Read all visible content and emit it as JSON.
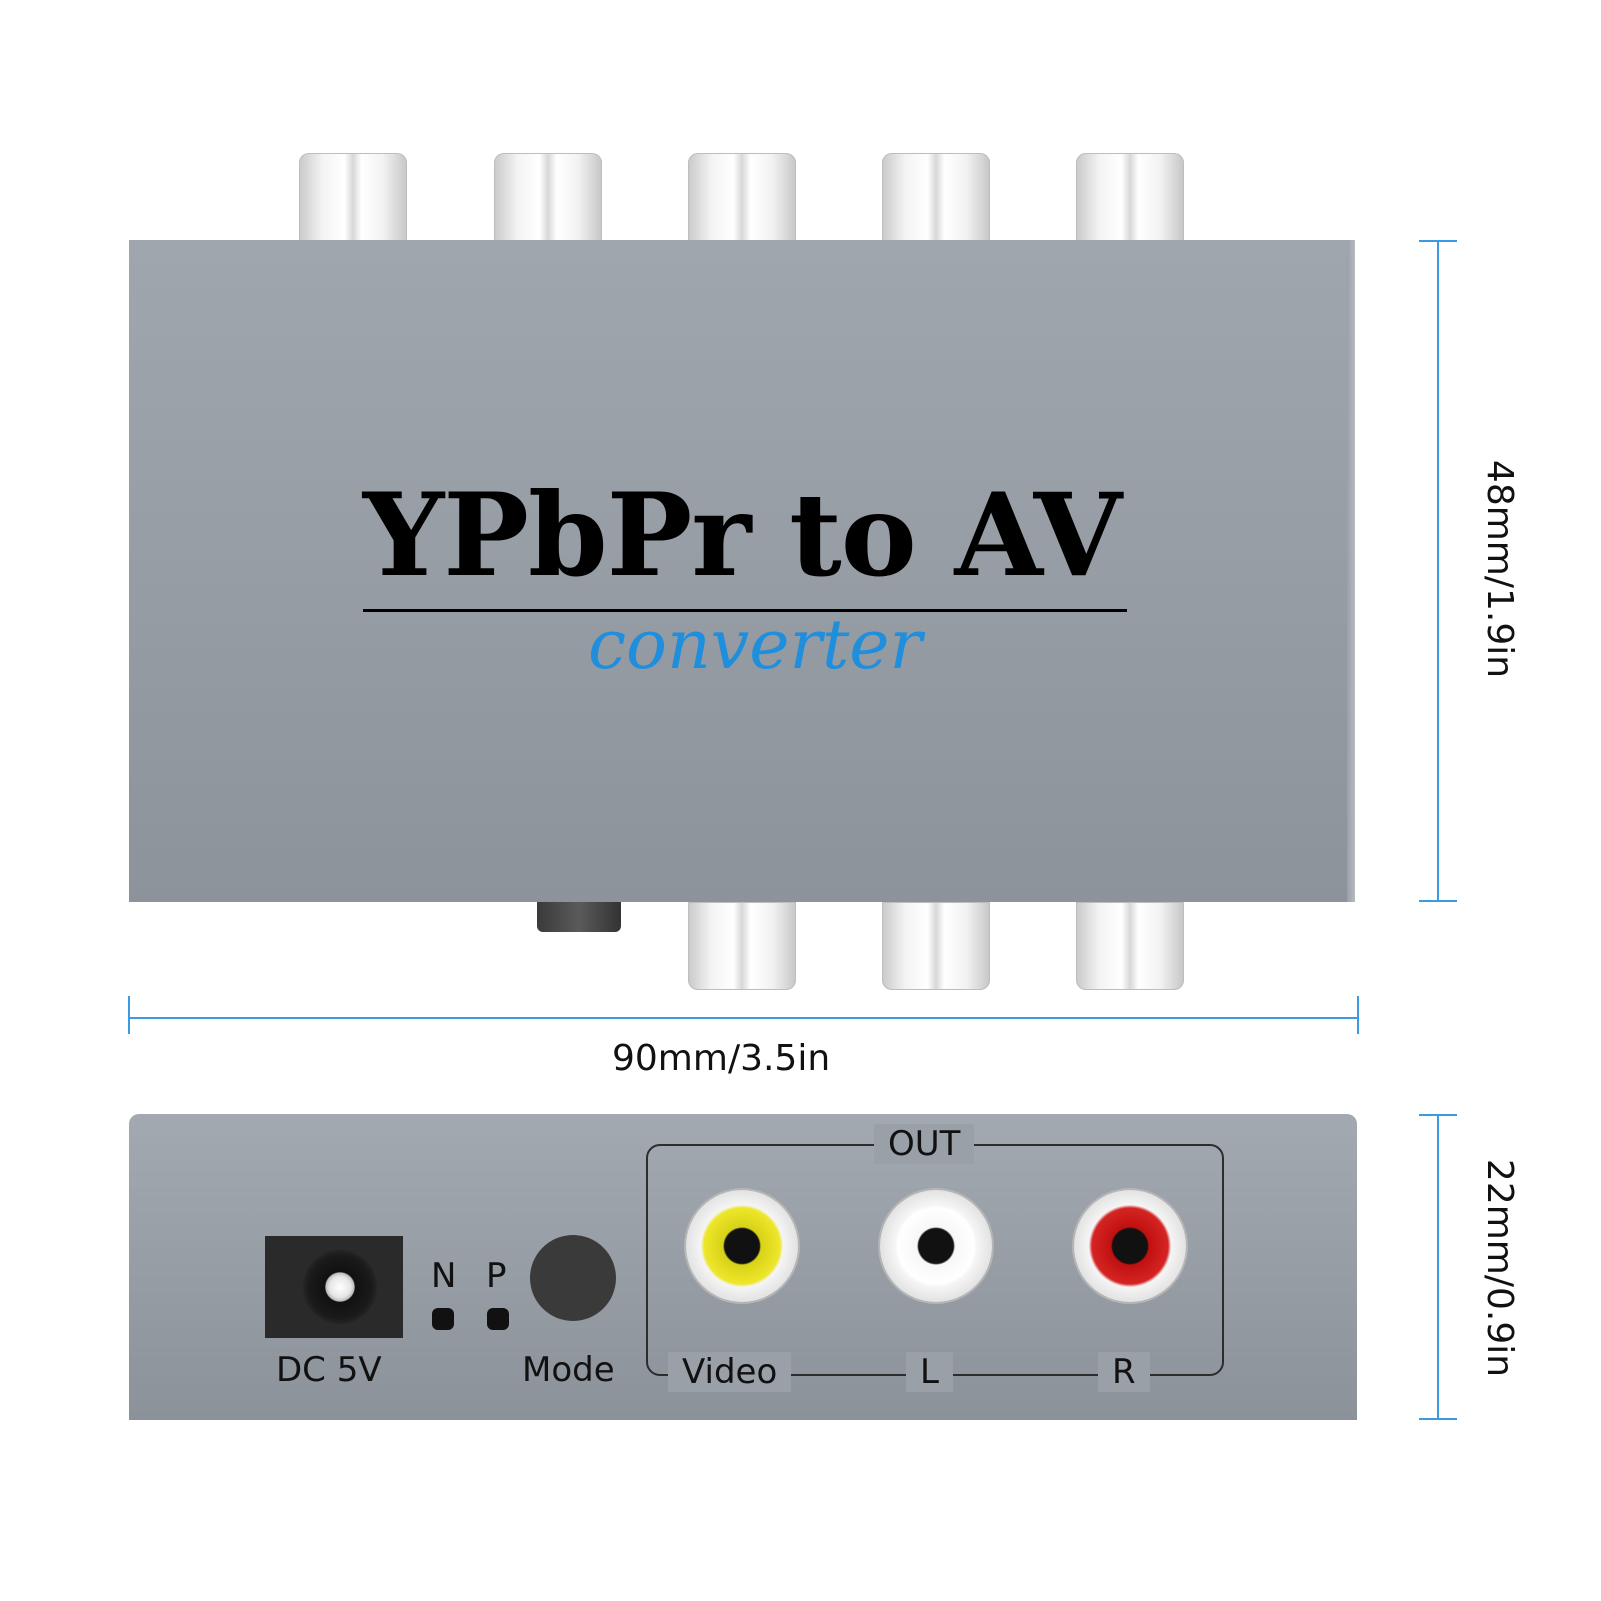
{
  "device": {
    "title": "YPbPr to AV",
    "subtitle": "converter"
  },
  "dimensions": {
    "height": "48mm/1.9in",
    "width": "90mm/3.5in",
    "depth": "22mm/0.9in"
  },
  "front_panel": {
    "power_label": "DC 5V",
    "led_n": "N",
    "led_p": "P",
    "mode_label": "Mode",
    "out_label": "OUT",
    "video_label": "Video",
    "left_label": "L",
    "right_label": "R"
  },
  "colors": {
    "subtitle": "#1f8fdd",
    "dimension_lines": "#3a9be0",
    "video_jack": "#e6df27",
    "left_jack": "#ffffff",
    "right_jack": "#c81b1b"
  },
  "icons": [
    "rca-jack-icon",
    "dc-jack-icon",
    "led-icon",
    "button-icon"
  ]
}
